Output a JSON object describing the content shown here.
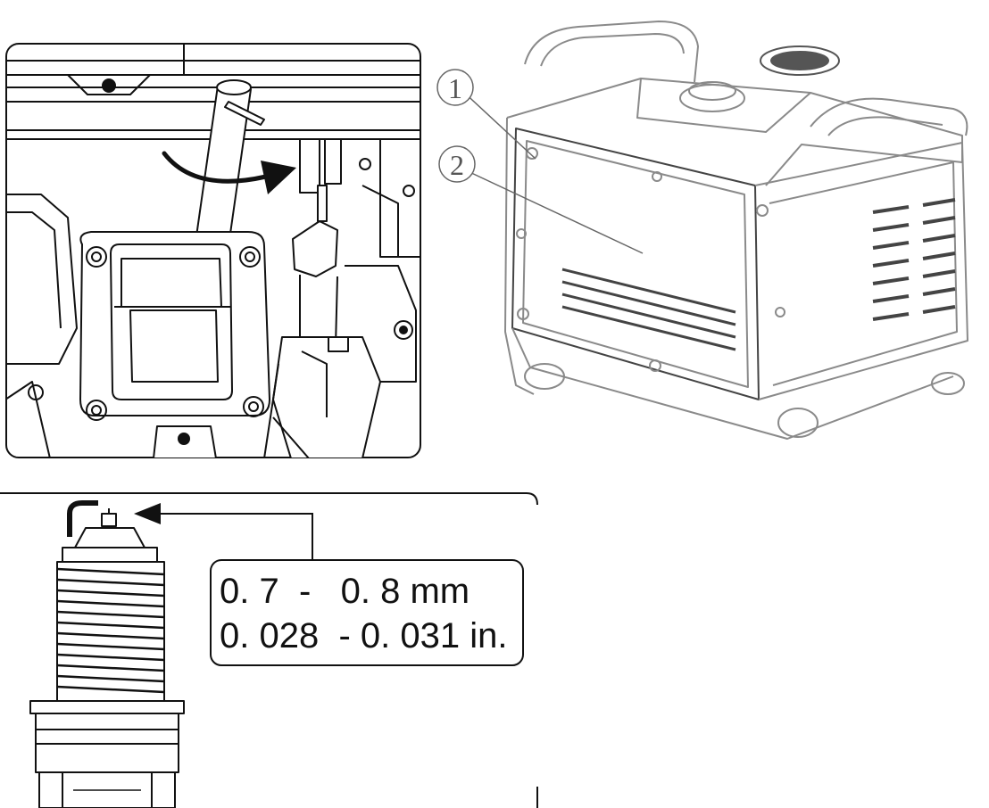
{
  "callouts": {
    "one": "1",
    "two": "2"
  },
  "spark_plug_gap": {
    "metric": "0. 7  -   0. 8 mm",
    "imperial": "0. 028  - 0. 031 in."
  },
  "colors": {
    "line": "#111111",
    "callout": "#666666",
    "background": "#ffffff"
  },
  "icons": [
    "rotation-arrow-icon",
    "gap-pointer-arrow-icon"
  ]
}
